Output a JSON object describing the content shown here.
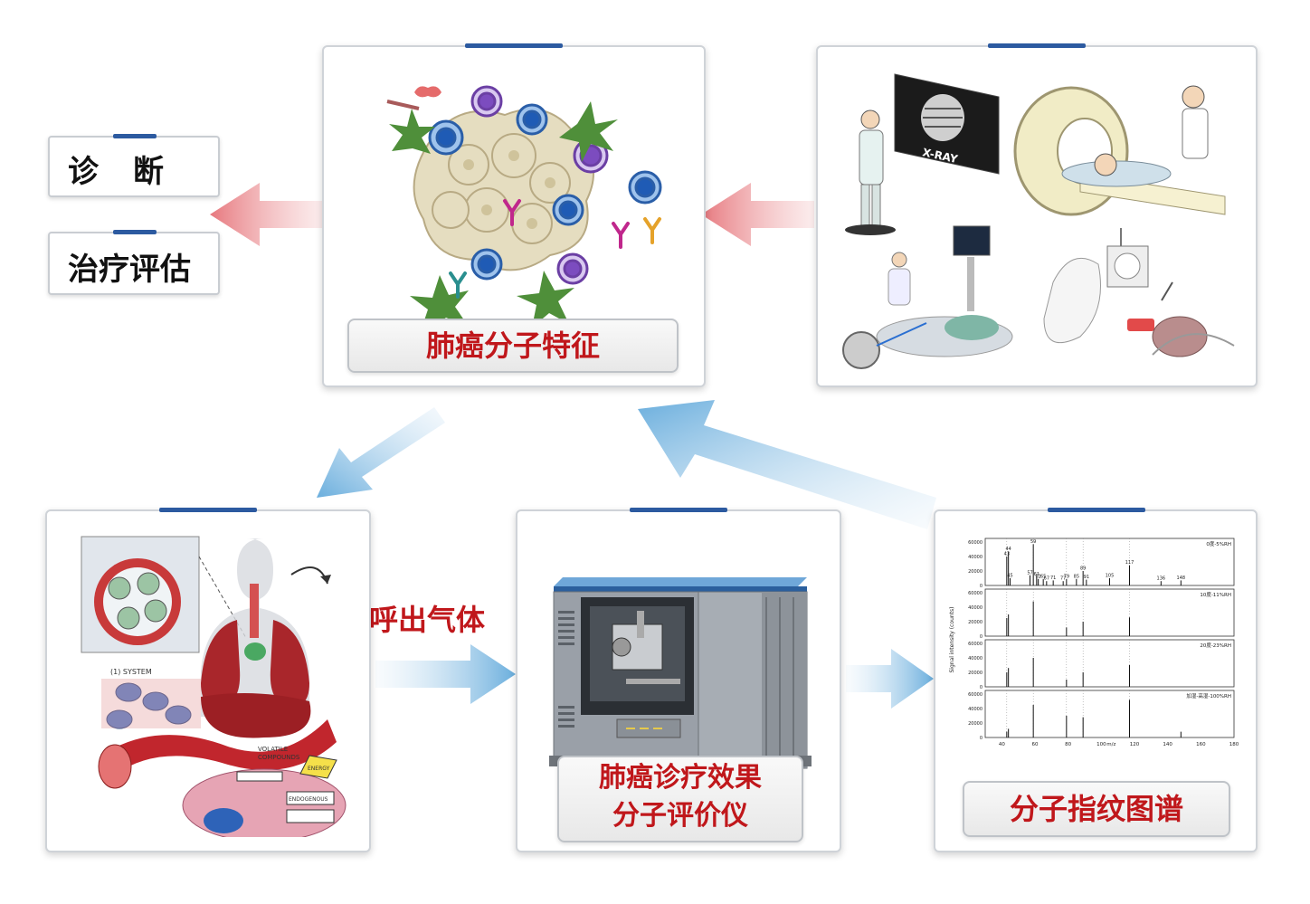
{
  "outputs": {
    "diagnosis": "诊　断",
    "treatment_eval": "治疗评估"
  },
  "panels": {
    "molecular": {
      "label": "肺癌分子特征"
    },
    "imaging": {
      "xray_text": "X-RAY"
    },
    "breath": {
      "caption": "呼出气体",
      "sub_labels": [
        "(1) SYSTEM",
        "VOLATILE",
        "COMPOUNDS",
        "ENDOGENOUS",
        "ENERGY"
      ]
    },
    "instrument": {
      "label_line1": "肺癌诊疗效果",
      "label_line2": "分子评价仪"
    },
    "spectrum": {
      "label": "分子指纹图谱"
    }
  },
  "chart_data": {
    "type": "line",
    "title": "",
    "xlabel": "m/z",
    "ylabel": "Signal intensity (counts)",
    "x_ticks": [
      "40",
      "60",
      "80",
      "100",
      "120",
      "140",
      "160",
      "180"
    ],
    "ylim": [
      0,
      60000
    ],
    "y_ticks": [
      "0",
      "20000",
      "40000",
      "60000"
    ],
    "series": [
      {
        "name": "0度-5%RH",
        "peaks": [
          [
            43,
            40000
          ],
          [
            44,
            47000
          ],
          [
            45,
            10000
          ],
          [
            57,
            14000
          ],
          [
            59,
            57000
          ],
          [
            61,
            12000
          ],
          [
            62,
            9000
          ],
          [
            65,
            9000
          ],
          [
            67,
            6000
          ],
          [
            71,
            7000
          ],
          [
            77,
            6000
          ],
          [
            79,
            9000
          ],
          [
            85,
            9000
          ],
          [
            89,
            20000
          ],
          [
            91,
            8000
          ],
          [
            105,
            10000
          ],
          [
            117,
            28000
          ],
          [
            136,
            6000
          ],
          [
            148,
            7000
          ]
        ],
        "peak_labels": [
          "43",
          "44",
          "45",
          "57",
          "59",
          "61",
          "62",
          "65",
          "67",
          "71",
          "77",
          "79",
          "85",
          "89",
          "91",
          "105",
          "117",
          "136",
          "148"
        ]
      },
      {
        "name": "10度-11%RH",
        "peaks": [
          [
            43,
            25000
          ],
          [
            44,
            30000
          ],
          [
            59,
            48000
          ],
          [
            79,
            12000
          ],
          [
            89,
            20000
          ],
          [
            117,
            26000
          ]
        ]
      },
      {
        "name": "20度-23%RH",
        "peaks": [
          [
            43,
            20000
          ],
          [
            44,
            26000
          ],
          [
            59,
            40000
          ],
          [
            79,
            10000
          ],
          [
            89,
            20000
          ],
          [
            117,
            30000
          ]
        ]
      },
      {
        "name": "加湿-高湿-100%RH",
        "peaks": [
          [
            43,
            8000
          ],
          [
            44,
            12000
          ],
          [
            59,
            45000
          ],
          [
            79,
            30000
          ],
          [
            89,
            28000
          ],
          [
            117,
            52000
          ],
          [
            148,
            8000
          ]
        ]
      }
    ]
  }
}
